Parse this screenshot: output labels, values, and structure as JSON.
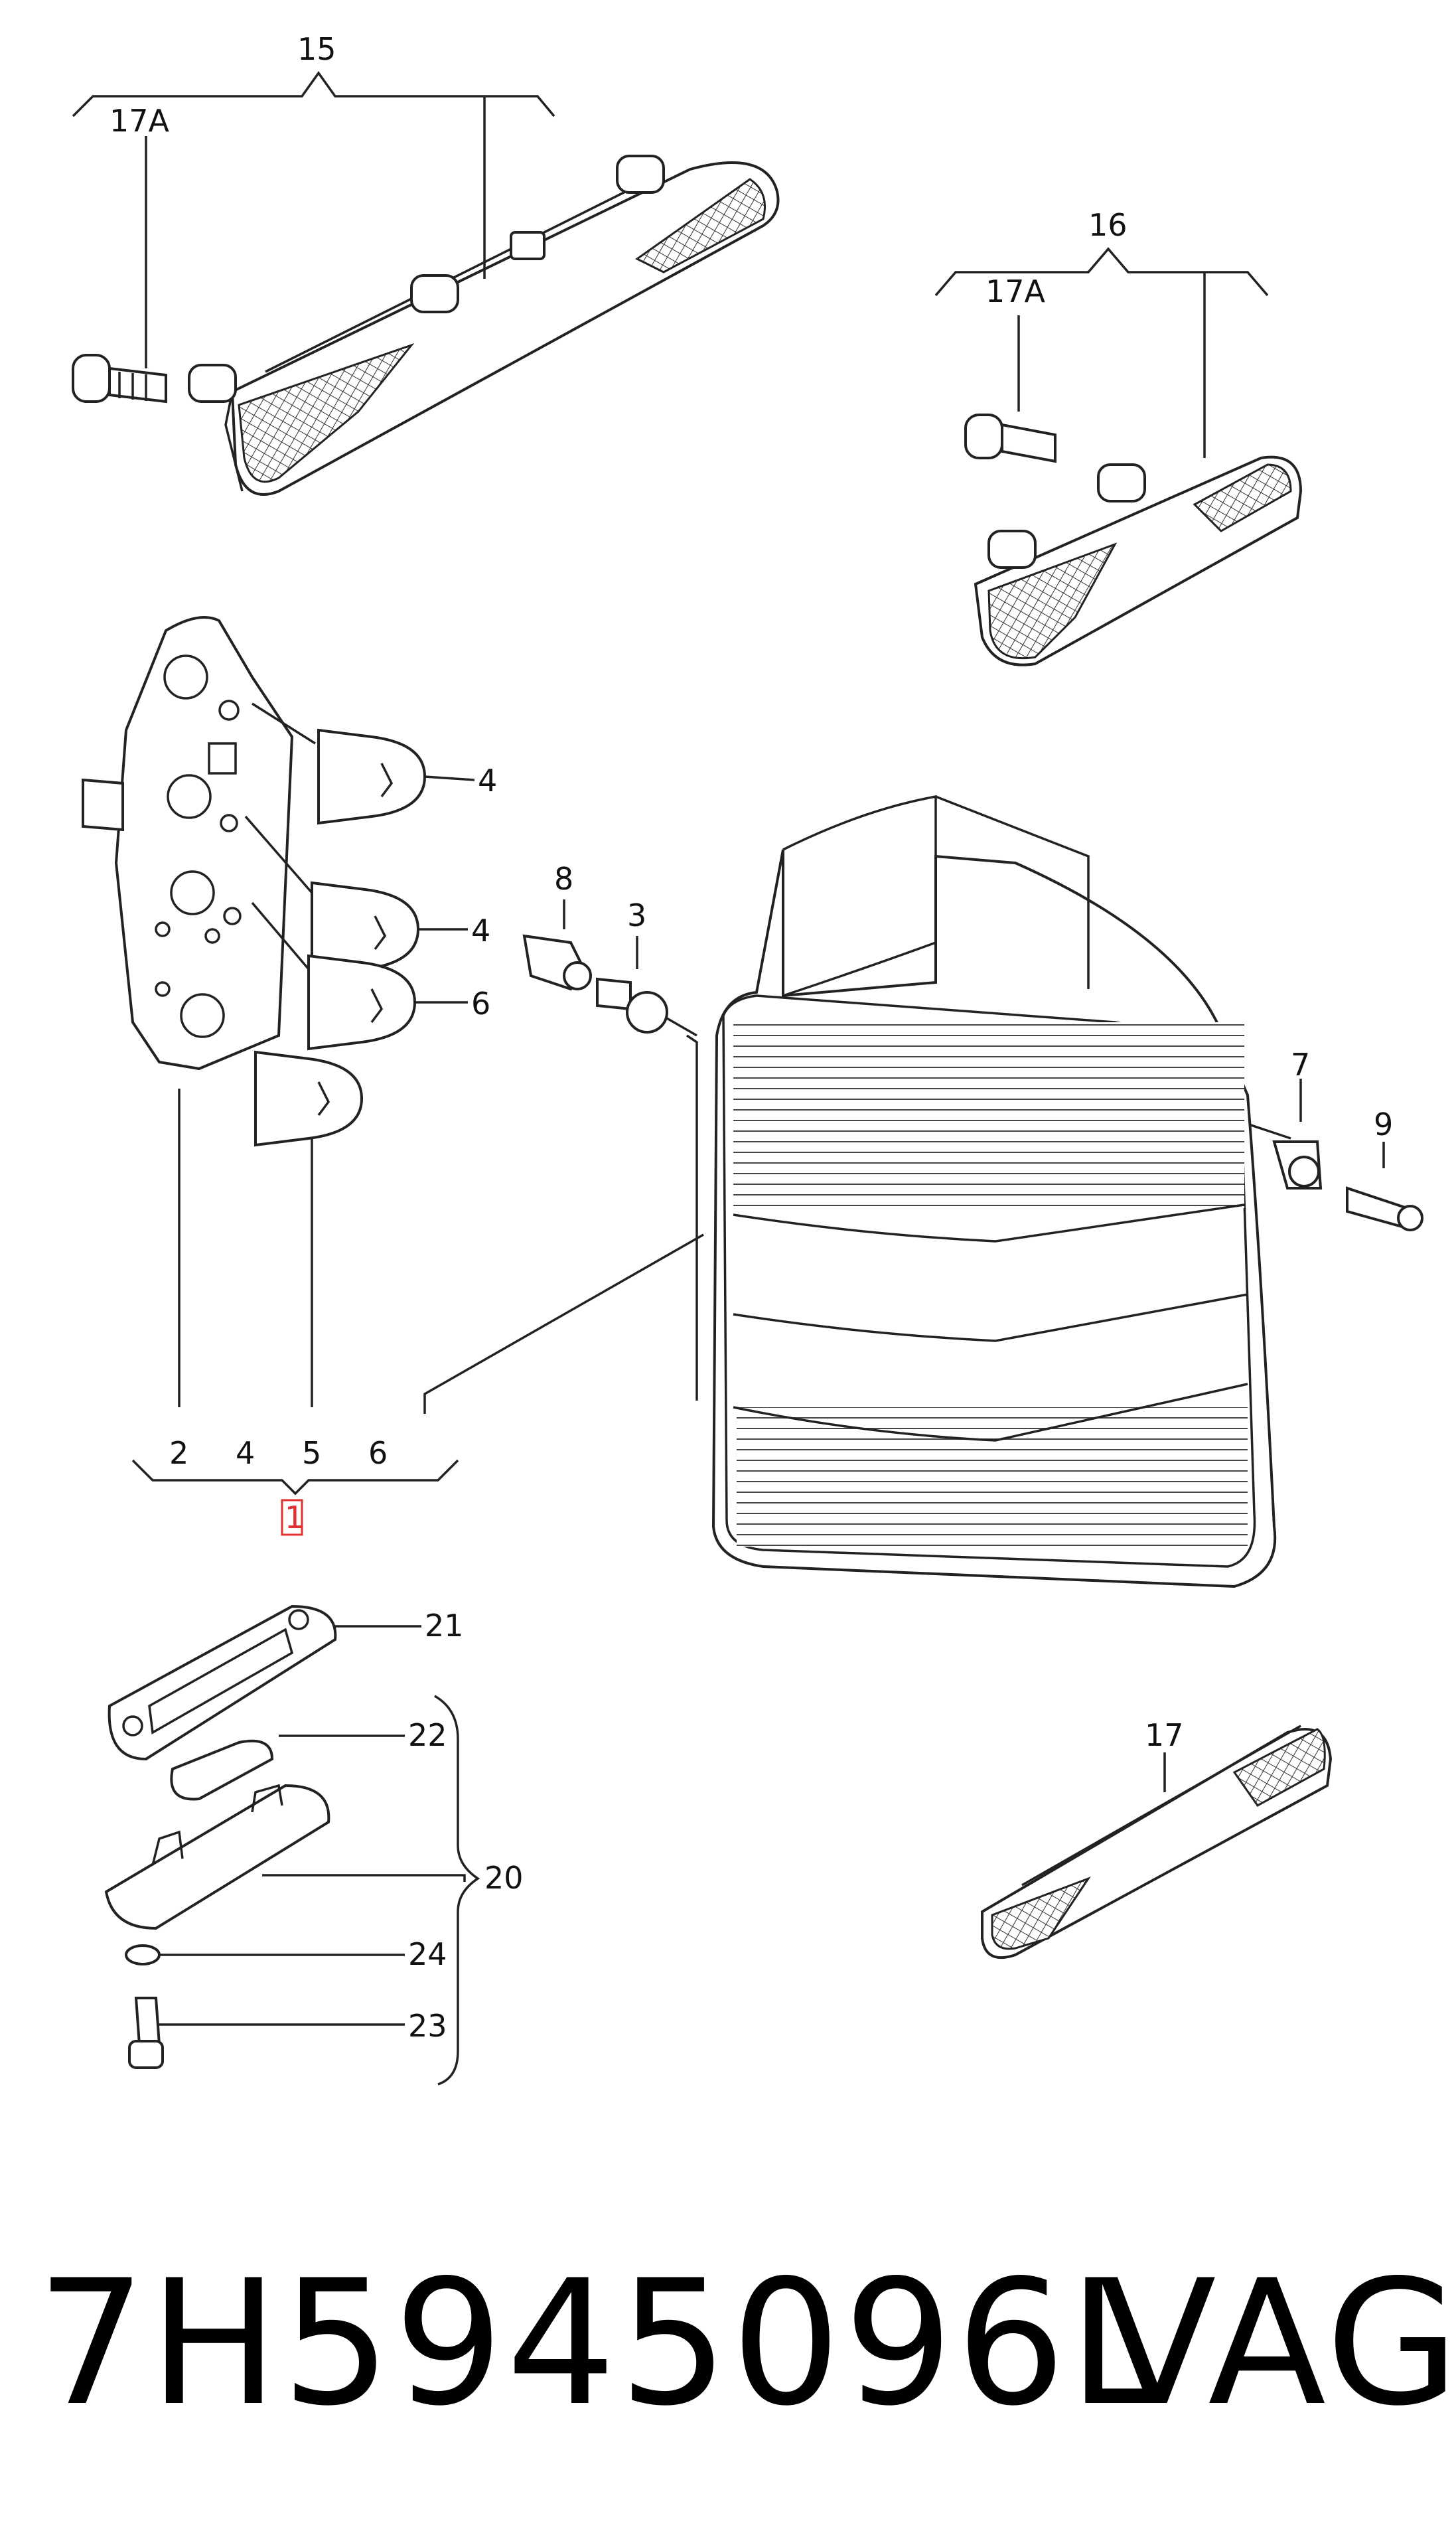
{
  "callouts": {
    "c15": "15",
    "c17a_top": "17A",
    "c16": "16",
    "c17a_right": "17A",
    "c4_a": "4",
    "c4_b": "4",
    "c6": "6",
    "c8": "8",
    "c3": "3",
    "c7": "7",
    "c9": "9",
    "b2": "2",
    "b4": "4",
    "b5": "5",
    "b6": "6",
    "c1": "1",
    "c21": "21",
    "c22": "22",
    "c20": "20",
    "c24": "24",
    "c23": "23",
    "c17": "17"
  },
  "footer": {
    "part_number": "7H5945096L",
    "brand": "VAG"
  },
  "colors": {
    "line": "#222222",
    "highlight": "#e03030"
  }
}
